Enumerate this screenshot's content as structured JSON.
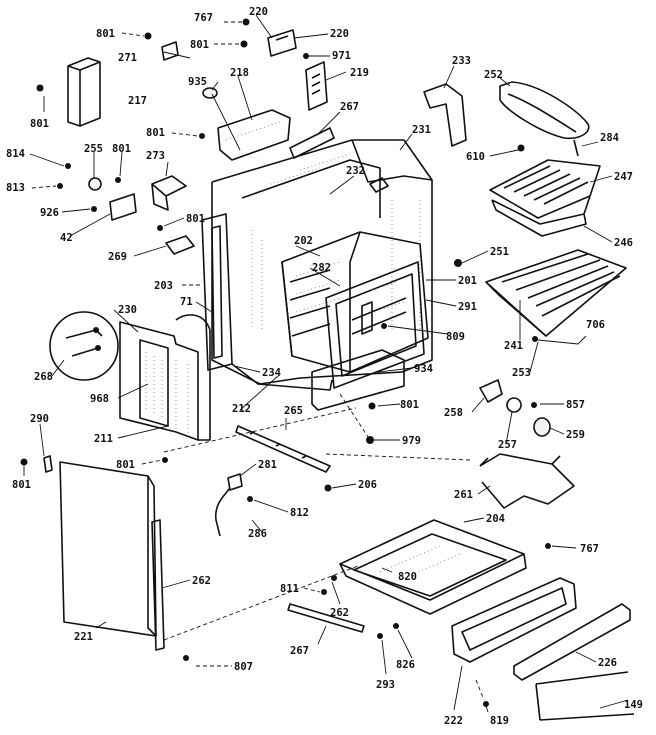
{
  "diagram": {
    "labels": [
      {
        "id": "l767a",
        "text": "767"
      },
      {
        "id": "l220a",
        "text": "220"
      },
      {
        "id": "l220b",
        "text": "220"
      },
      {
        "id": "l801a",
        "text": "801"
      },
      {
        "id": "l271",
        "text": "271"
      },
      {
        "id": "l801b",
        "text": "801"
      },
      {
        "id": "l971",
        "text": "971"
      },
      {
        "id": "l219",
        "text": "219"
      },
      {
        "id": "l233",
        "text": "233"
      },
      {
        "id": "l252a",
        "text": "252"
      },
      {
        "id": "l935",
        "text": "935"
      },
      {
        "id": "l218",
        "text": "218"
      },
      {
        "id": "l217",
        "text": "217"
      },
      {
        "id": "l801c",
        "text": "801"
      },
      {
        "id": "l267a",
        "text": "267"
      },
      {
        "id": "l231",
        "text": "231"
      },
      {
        "id": "l801d",
        "text": "801"
      },
      {
        "id": "l284",
        "text": "284"
      },
      {
        "id": "l610",
        "text": "610"
      },
      {
        "id": "l814",
        "text": "814"
      },
      {
        "id": "l255",
        "text": "255"
      },
      {
        "id": "l801e",
        "text": "801"
      },
      {
        "id": "l273",
        "text": "273"
      },
      {
        "id": "l232",
        "text": "232"
      },
      {
        "id": "l247",
        "text": "247"
      },
      {
        "id": "l813",
        "text": "813"
      },
      {
        "id": "l926",
        "text": "926"
      },
      {
        "id": "l42",
        "text": "42"
      },
      {
        "id": "l801f",
        "text": "801"
      },
      {
        "id": "l246",
        "text": "246"
      },
      {
        "id": "l202",
        "text": "202"
      },
      {
        "id": "l251",
        "text": "251"
      },
      {
        "id": "l269",
        "text": "269"
      },
      {
        "id": "l282",
        "text": "282"
      },
      {
        "id": "l201",
        "text": "201"
      },
      {
        "id": "l203",
        "text": "203"
      },
      {
        "id": "l291",
        "text": "291"
      },
      {
        "id": "l71",
        "text": "71"
      },
      {
        "id": "l230",
        "text": "230"
      },
      {
        "id": "l809",
        "text": "809"
      },
      {
        "id": "l241",
        "text": "241"
      },
      {
        "id": "l706",
        "text": "706"
      },
      {
        "id": "l234",
        "text": "234"
      },
      {
        "id": "l934",
        "text": "934"
      },
      {
        "id": "l253",
        "text": "253"
      },
      {
        "id": "l268",
        "text": "268"
      },
      {
        "id": "l968",
        "text": "968"
      },
      {
        "id": "l212",
        "text": "212"
      },
      {
        "id": "l801g",
        "text": "801"
      },
      {
        "id": "l258",
        "text": "258"
      },
      {
        "id": "l857",
        "text": "857"
      },
      {
        "id": "l265",
        "text": "265"
      },
      {
        "id": "l211",
        "text": "211"
      },
      {
        "id": "l257",
        "text": "257"
      },
      {
        "id": "l259",
        "text": "259"
      },
      {
        "id": "l290",
        "text": "290"
      },
      {
        "id": "l979",
        "text": "979"
      },
      {
        "id": "l801h",
        "text": "801"
      },
      {
        "id": "l281",
        "text": "281"
      },
      {
        "id": "l801i",
        "text": "801"
      },
      {
        "id": "l206",
        "text": "206"
      },
      {
        "id": "l261",
        "text": "261"
      },
      {
        "id": "l812",
        "text": "812"
      },
      {
        "id": "l204",
        "text": "204"
      },
      {
        "id": "l286",
        "text": "286"
      },
      {
        "id": "l767b",
        "text": "767"
      },
      {
        "id": "l262a",
        "text": "262"
      },
      {
        "id": "l811",
        "text": "811"
      },
      {
        "id": "l262b",
        "text": "262"
      },
      {
        "id": "l820",
        "text": "820"
      },
      {
        "id": "l221",
        "text": "221"
      },
      {
        "id": "l267b",
        "text": "267"
      },
      {
        "id": "l826",
        "text": "826"
      },
      {
        "id": "l226",
        "text": "226"
      },
      {
        "id": "l807",
        "text": "807"
      },
      {
        "id": "l293",
        "text": "293"
      },
      {
        "id": "l222",
        "text": "222"
      },
      {
        "id": "l819",
        "text": "819"
      },
      {
        "id": "l149",
        "text": "149"
      }
    ]
  }
}
